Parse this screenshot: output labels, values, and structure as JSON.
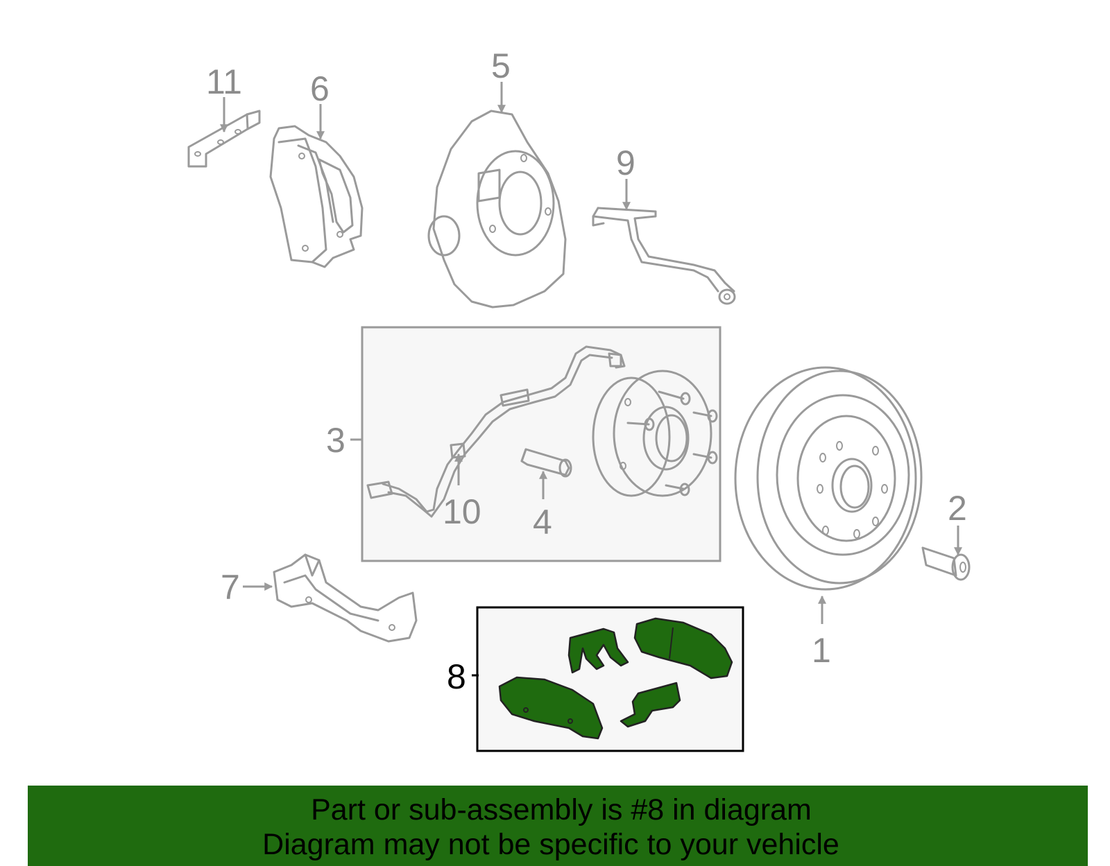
{
  "colors": {
    "highlight": "#1f6b0f",
    "parts_gray": "#9a9a9a",
    "subassembly_box_fill": "#f7f7f7"
  },
  "callouts": {
    "c1": "1",
    "c2": "2",
    "c3": "3",
    "c4": "4",
    "c5": "5",
    "c6": "6",
    "c7": "7",
    "c8": "8",
    "c9": "9",
    "c10": "10",
    "c11": "11"
  },
  "footer": {
    "line1": "Part or sub-assembly is #8 in diagram",
    "line2": "Diagram may not be specific to your vehicle"
  }
}
